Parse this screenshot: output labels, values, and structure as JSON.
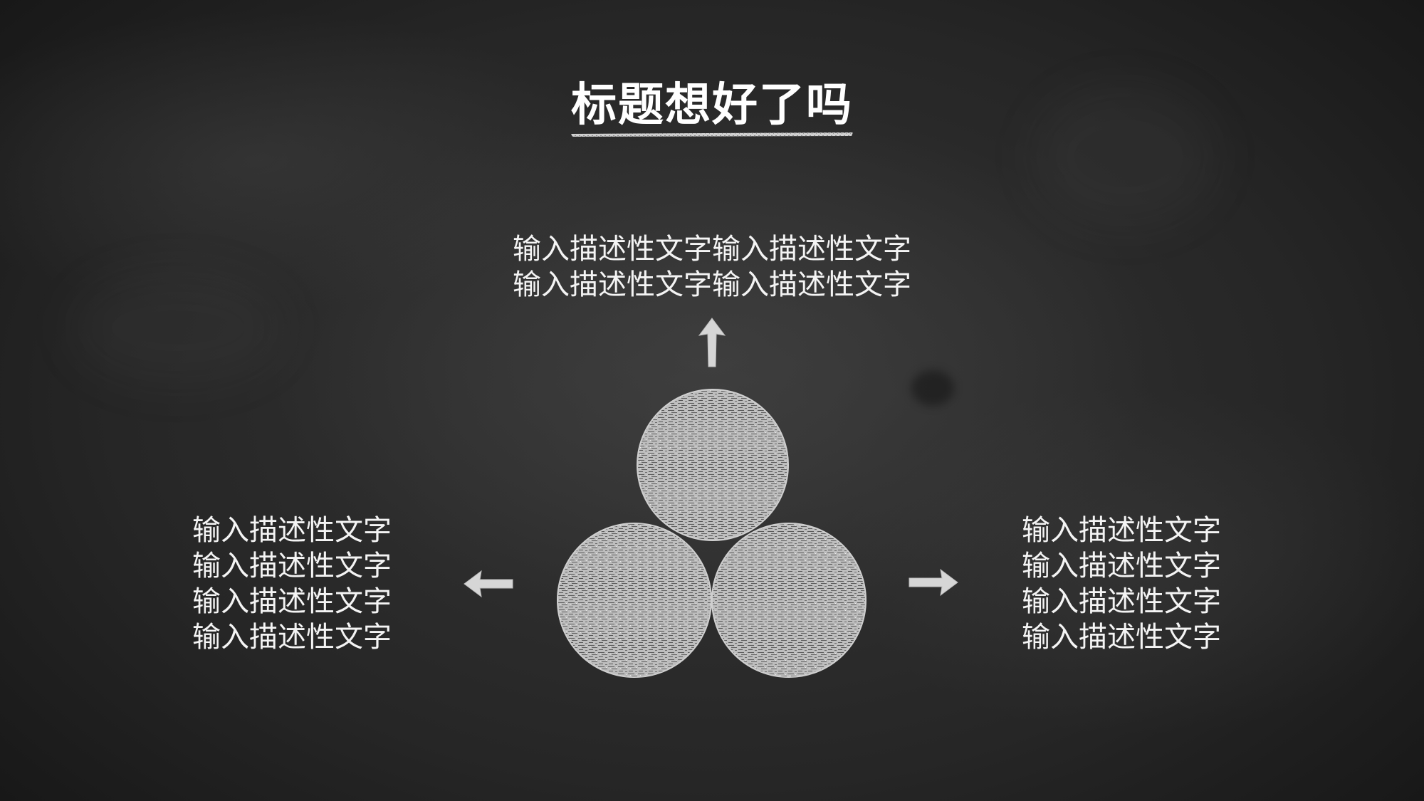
{
  "slide": {
    "title": "标题想好了吗",
    "top_text": {
      "lines": [
        "输入描述性文字输入描述性文字",
        "输入描述性文字输入描述性文字"
      ]
    },
    "left_text": {
      "lines": [
        "输入描述性文字",
        "输入描述性文字",
        "输入描述性文字",
        "输入描述性文字"
      ]
    },
    "right_text": {
      "lines": [
        "输入描述性文字",
        "输入描述性文字",
        "输入描述性文字",
        "输入描述性文字"
      ]
    }
  },
  "icons": {
    "top": "arrow-up-icon",
    "left": "arrow-left-icon",
    "right": "arrow-right-icon"
  },
  "colors": {
    "board": "#2b2b2b",
    "chalk": "#d9d9d9",
    "text": "#f4f4f4"
  }
}
